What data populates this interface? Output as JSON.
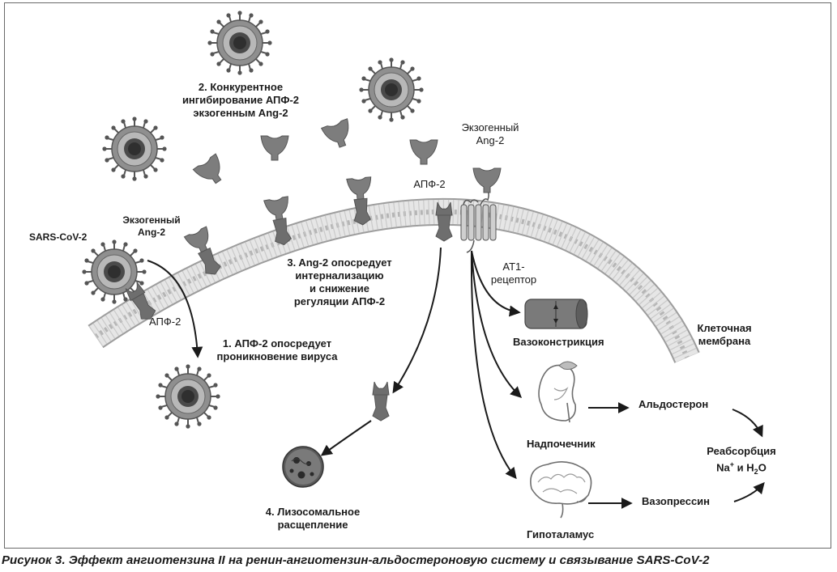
{
  "labels": {
    "step2": [
      "2. Конкурентное",
      "ингибирование АПФ-2",
      "экзогенным Ang-2"
    ],
    "exo_top": [
      "Экзогенный",
      "Ang-2"
    ],
    "apf2_top": "АПФ-2",
    "exo_left": [
      "Экзогенный",
      "Ang-2"
    ],
    "sars": "SARS-CoV-2",
    "step3": [
      "3. Ang-2 опосредует",
      "интернализацию",
      "и снижение",
      "регуляции АПФ-2"
    ],
    "at1": [
      "АТ1-",
      "рецептор"
    ],
    "apf2_left": "АПФ-2",
    "step1": [
      "1. АПФ-2 опосредует",
      "проникновение вируса"
    ],
    "vasoconstriction": "Вазоконстрикция",
    "membrane": [
      "Клеточная",
      "мембрана"
    ],
    "aldosterone": "Альдостерон",
    "adrenal": "Надпочечник",
    "reabsorption_line1": "Реабсорбция",
    "reabsorption_line2": {
      "na": "Na",
      "na_sup": "+",
      "and": " и H",
      "h2o_sub": "2",
      "o": "O"
    },
    "step4": [
      "4. Лизосомальное",
      "расщепление"
    ],
    "vasopressin": "Вазопрессин",
    "hypothalamus": "Гипоталамус"
  },
  "caption": "Рисунок 3. Эффект ангиотензина II на ренин-ангиотензин-альдостероновую систему и связывание SARS-CoV-2",
  "colors": {
    "receptor": "#7d7d7d",
    "virus_spike": "#555555",
    "virus_ring": "#9a9a9a",
    "virus_core": "#4a4a4a",
    "membrane": "#bdbdbd",
    "arrow": "#1a1a1a"
  }
}
